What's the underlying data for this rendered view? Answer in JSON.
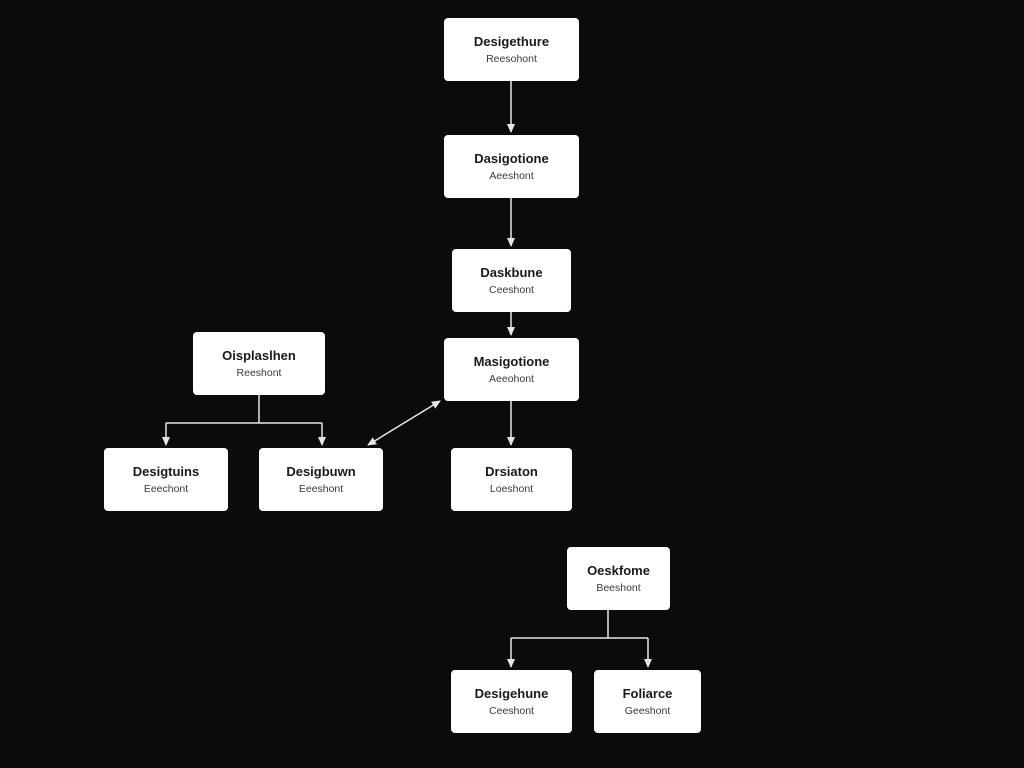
{
  "colors": {
    "background": "#0b0b0b",
    "node_fill": "#ffffff",
    "connector": "#e6e6e6"
  },
  "nodes": [
    {
      "id": "n1",
      "title": "Desigethure",
      "subtitle": "Reesohont"
    },
    {
      "id": "n2",
      "title": "Dasigotione",
      "subtitle": "Aeeshont"
    },
    {
      "id": "n3",
      "title": "Daskbune",
      "subtitle": "Ceeshont"
    },
    {
      "id": "n4",
      "title": "Masigotione",
      "subtitle": "Aeeohont"
    },
    {
      "id": "n5",
      "title": "Drsiaton",
      "subtitle": "Loeshont"
    },
    {
      "id": "n6",
      "title": "Oisplaslhen",
      "subtitle": "Reeshont"
    },
    {
      "id": "n7",
      "title": "Desigtuins",
      "subtitle": "Eeechont"
    },
    {
      "id": "n8",
      "title": "Desigbuwn",
      "subtitle": "Eeeshont"
    },
    {
      "id": "n9",
      "title": "Oeskfome",
      "subtitle": "Beeshont"
    },
    {
      "id": "n10",
      "title": "Desigehune",
      "subtitle": "Ceeshont"
    },
    {
      "id": "n11",
      "title": "Foliarce",
      "subtitle": "Geeshont"
    }
  ],
  "connectors": [
    {
      "from": "n1",
      "to": "n2",
      "style": "arrow"
    },
    {
      "from": "n2",
      "to": "n3",
      "style": "arrow"
    },
    {
      "from": "n3",
      "to": "n4",
      "style": "arrow"
    },
    {
      "from": "n4",
      "to": "n5",
      "style": "arrow"
    },
    {
      "from": "n6",
      "to": [
        "n7",
        "n8"
      ],
      "style": "branch-arrow"
    },
    {
      "from": "n8",
      "to": "n4",
      "style": "double-arrow"
    },
    {
      "from": "n9",
      "to": [
        "n10",
        "n11"
      ],
      "style": "branch-arrow"
    }
  ]
}
